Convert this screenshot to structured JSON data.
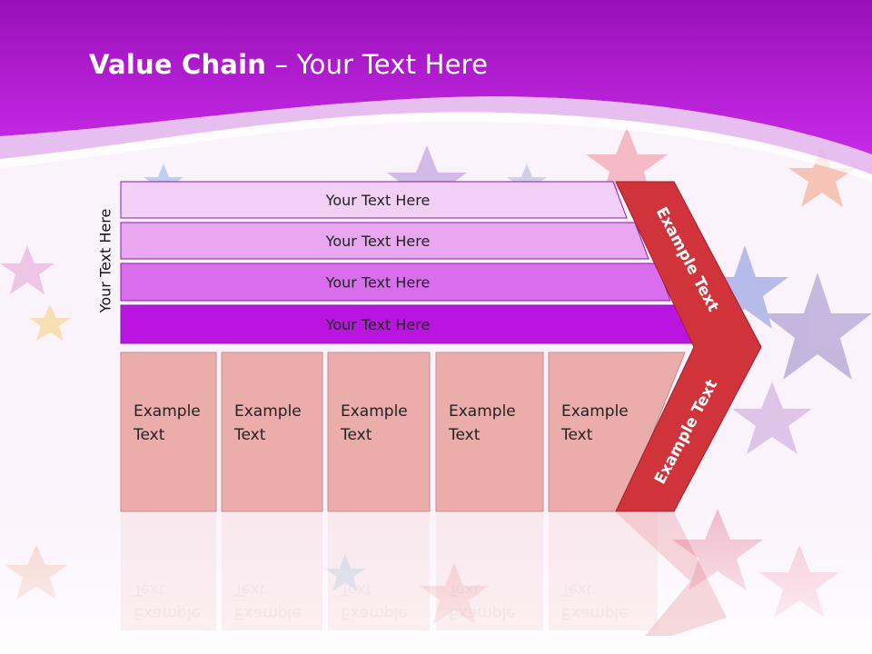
{
  "slide": {
    "title_bold": "Value Chain",
    "title_rest": " – Your Text Here",
    "side_label": "Your Text Here"
  },
  "bars": [
    {
      "label": "Your Text Here",
      "color": "#f2d0f6"
    },
    {
      "label": "Your Text Here",
      "color": "#e8a7f0"
    },
    {
      "label": "Your Text Here",
      "color": "#da6fee"
    },
    {
      "label": "Your Text Here",
      "color": "#b914e0"
    }
  ],
  "boxes": [
    {
      "line1": "Example",
      "line2": "Text"
    },
    {
      "line1": "Example",
      "line2": "Text"
    },
    {
      "line1": "Example",
      "line2": "Text"
    },
    {
      "line1": "Example",
      "line2": "Text"
    },
    {
      "line1": "Example",
      "line2": "Text"
    }
  ],
  "chevron": {
    "top_label": "Example Text",
    "bottom_label": "Example Text",
    "color": "#d0333a"
  },
  "colors": {
    "header": "#b820e4",
    "box": "#ebadaa"
  }
}
